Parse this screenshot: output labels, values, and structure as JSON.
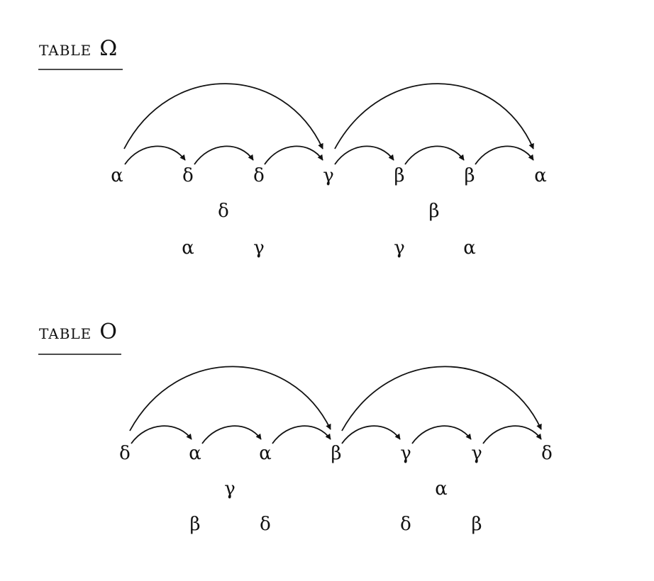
{
  "tables": [
    {
      "label": "TABLE",
      "symbol": "Ω",
      "main_row": [
        "α",
        "δ",
        "δ",
        "γ",
        "β",
        "β",
        "α"
      ],
      "middle_row": [
        "δ",
        "β"
      ],
      "bottom_row": [
        "α",
        "γ",
        "γ",
        "α"
      ]
    },
    {
      "label": "TABLE",
      "symbol": "O",
      "main_row": [
        "δ",
        "α",
        "α",
        "β",
        "γ",
        "γ",
        "δ"
      ],
      "middle_row": [
        "γ",
        "α"
      ],
      "bottom_row": [
        "β",
        "δ",
        "δ",
        "β"
      ]
    }
  ]
}
